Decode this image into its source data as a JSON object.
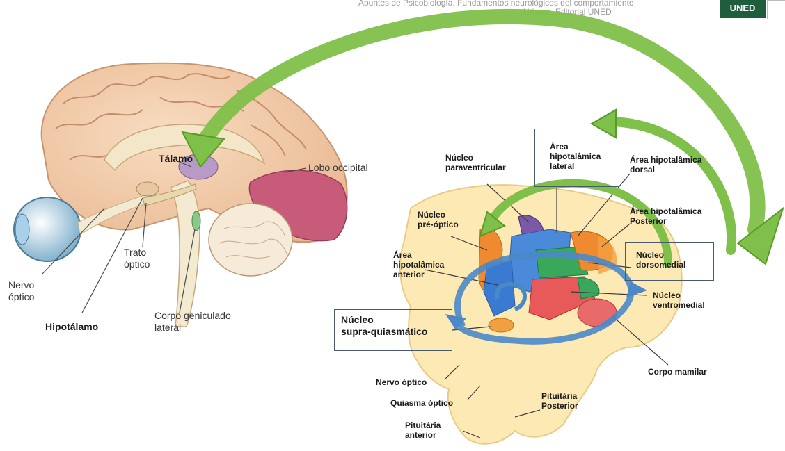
{
  "header": {
    "citation_line": "Apuntes de Psicobiología. Fundamentos neurológicos del comportamiento",
    "citation_line2": "Urbano. Editorial UNED",
    "logo_text": "UNED"
  },
  "left_labels": [
    {
      "id": "talamo",
      "text": "Tálamo",
      "bold": true
    },
    {
      "id": "lobo",
      "text": "Lobo occipital",
      "bold": false
    },
    {
      "id": "trato",
      "text": "Trato\nóptico",
      "bold": false
    },
    {
      "id": "nervo",
      "text": "Nervo\nóptico",
      "bold": false
    },
    {
      "id": "hipotalamo",
      "text": "Hipotálamo",
      "bold": true
    },
    {
      "id": "corpo_gen",
      "text": "Corpo geniculado\nlateral",
      "bold": false
    }
  ],
  "right_labels": [
    {
      "id": "paravent",
      "text": "Núcleo\nparaventricular",
      "boxed": false
    },
    {
      "id": "ah_lateral",
      "text": "Área\nhipotalâmica\nlateral",
      "boxed": true
    },
    {
      "id": "ah_dorsal",
      "text": "Área hipotalâmica\ndorsal",
      "boxed": false
    },
    {
      "id": "preoptico",
      "text": "Núcleo\npré-óptico",
      "boxed": false
    },
    {
      "id": "ah_posterior",
      "text": "Área hipotalâmica\nPosterior",
      "boxed": false
    },
    {
      "id": "ah_anterior",
      "text": "Área\nhipotalâmica\nanterior",
      "boxed": false
    },
    {
      "id": "dorsomedial",
      "text": "Núcleo\ndorsomedial",
      "boxed": true
    },
    {
      "id": "ventromedial",
      "text": "Núcleo\nventromedial",
      "boxed": false
    },
    {
      "id": "supraq",
      "text": "Núcleo\nsupra-quiasmático",
      "boxed": true
    },
    {
      "id": "mamilar",
      "text": "Corpo mamilar",
      "boxed": false
    },
    {
      "id": "nervo_r",
      "text": "Nervo óptico",
      "boxed": false
    },
    {
      "id": "quiasma",
      "text": "Quiasma óptico",
      "boxed": false
    },
    {
      "id": "pit_post",
      "text": "Pituitária\nPosterior",
      "boxed": false
    },
    {
      "id": "pit_ant",
      "text": "Pituitária\nanterior",
      "boxed": false
    }
  ],
  "colors": {
    "arrow_green": "#7fc04a",
    "arrow_blue": "#4a88c8",
    "brain_pink": "#f0c8a8",
    "occipital": "#c85a7a"
  }
}
